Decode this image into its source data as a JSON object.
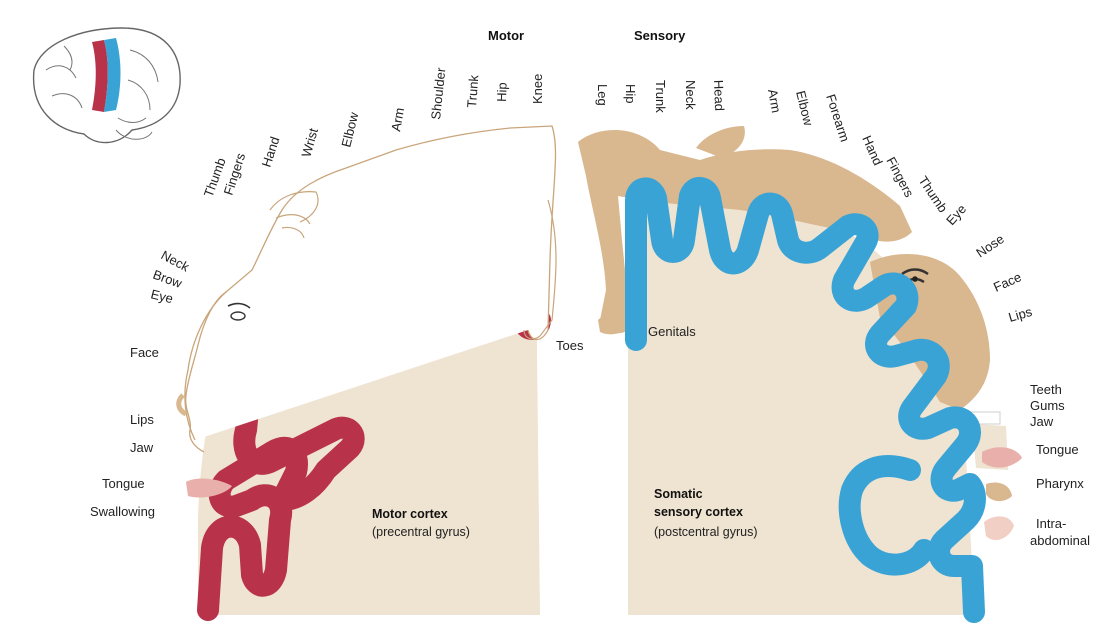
{
  "headers": {
    "motor": "Motor",
    "sensory": "Sensory"
  },
  "motor_labels": {
    "thumb": "Thumb",
    "fingers": "Fingers",
    "hand": "Hand",
    "wrist": "Wrist",
    "elbow": "Elbow",
    "arm": "Arm",
    "shoulder": "Shoulder",
    "trunk": "Trunk",
    "hip": "Hip",
    "knee": "Knee",
    "neck": "Neck",
    "brow": "Brow",
    "eye": "Eye",
    "face": "Face",
    "lips": "Lips",
    "jaw": "Jaw",
    "tongue": "Tongue",
    "swallowing": "Swallowing",
    "toes": "Toes"
  },
  "sensory_labels": {
    "leg": "Leg",
    "hip": "Hip",
    "trunk": "Trunk",
    "neck": "Neck",
    "head": "Head",
    "arm": "Arm",
    "elbow": "Elbow",
    "forearm": "Forearm",
    "hand": "Hand",
    "fingers": "Fingers",
    "thumb": "Thumb",
    "eye": "Eye",
    "nose": "Nose",
    "face": "Face",
    "lips": "Lips",
    "teeth": "Teeth",
    "gums": "Gums",
    "jaw": "Jaw",
    "tongue": "Tongue",
    "pharynx": "Pharynx",
    "intra_1": "Intra-",
    "intra_2": "abdominal",
    "genitals": "Genitals"
  },
  "captions": {
    "motor_title": "Motor cortex",
    "motor_sub": "(precentral gyrus)",
    "sensory_title_1": "Somatic",
    "sensory_title_2": "sensory cortex",
    "sensory_sub": "(postcentral gyrus)"
  },
  "colors": {
    "motor_cortex": "#b8324a",
    "sensory_cortex": "#3aa3d6",
    "tissue": "#efe3d1",
    "homunculus_skin": "#d9b78f",
    "tongue_pink": "#e9b0ab"
  }
}
